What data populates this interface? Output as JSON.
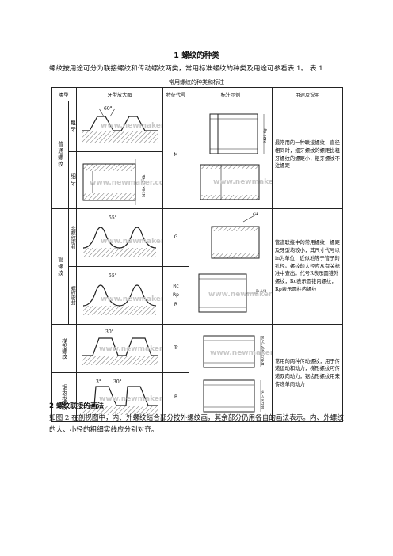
{
  "section1": {
    "heading": "1  螺纹的种类",
    "intro": "螺纹按用途可分为联接螺纹和传动螺纹两类，常用标准螺纹的种类及用途可参看表 1。  表 1",
    "table_caption": "常用螺纹的种类和标注"
  },
  "table": {
    "headers": [
      "类型",
      "牙型放大图",
      "特征代号",
      "标注示例",
      "用途及说明"
    ],
    "ordinary": {
      "type": "普通螺纹",
      "coarse": "粗牙",
      "fine": "细牙",
      "code": "M",
      "angle": "60°",
      "use": "最常用的一种联接螺纹，直径相同时，细牙螺纹的螺距比粗牙螺纹的螺距小，粗牙螺纹不注螺距",
      "label_coarse": "M20-6g",
      "label_fine": "M16×1.5-6h"
    },
    "pipe": {
      "type": "管螺纹",
      "non_seal": "非螺纹密封",
      "seal": "螺纹密封",
      "code_g": "G",
      "code_r1": "Rc",
      "code_r2": "Rp",
      "code_r3": "R",
      "angle": "55°",
      "use": "管道联接中的常用螺纹，螺距及牙型均较小，其尺寸代号以in为单位，近似地等于管子的孔径。螺纹的大径应从有关标准中查出。代号R表示圆锥外螺纹，Rc表示圆锥内螺纹，Rp表示圆柱内螺纹",
      "label_g": "G1",
      "label_r": "R 1/2"
    },
    "trapezoid": {
      "type": "梯形螺纹",
      "code": "Tr",
      "angle": "30°",
      "label": "Tr40×14(P7)-7H"
    },
    "buttress": {
      "type": "锯齿形螺纹",
      "code": "B",
      "angle_left": "3°",
      "angle_right": "30°",
      "label": "B32×6-7e"
    },
    "transmission_use": "常用的两种传动螺纹，用于传递运动和动力，梯形螺纹可传递双向动力，锯齿形螺纹用来传递单向动力",
    "watermark": "www.newmaker.com"
  },
  "section2": {
    "heading": "2  螺纹联接的画法",
    "body": "如图 2 在剖视图中，内、外螺纹结合部分按外螺纹画，其余部分仍用各自的画法表示。内、外螺纹的大、小径的粗细实线应分别对齐。"
  }
}
